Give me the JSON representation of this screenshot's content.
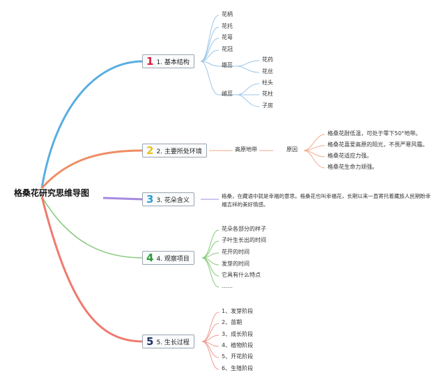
{
  "title": "格桑花研究思维导图",
  "colors": {
    "b1": "#d81e3a",
    "b2": "#e8c21c",
    "b3": "#2f9bd8",
    "b4": "#2e9a3a",
    "b5": "#1f2f6b"
  },
  "branches": [
    {
      "num": "1",
      "label": "1. 基本结构",
      "items": [
        "花柄",
        "花托",
        "花萼",
        "花冠"
      ],
      "stamen": {
        "label": "雄蕊",
        "items": [
          "花药",
          "花丝"
        ]
      },
      "pistil": {
        "label": "雌蕊",
        "items": [
          "柱头",
          "花柱",
          "子房"
        ]
      }
    },
    {
      "num": "2",
      "label": "2. 主要所处环境",
      "sub": "高原地带",
      "reason": "原因",
      "items": [
        "格桑花耐低温，可处于零下50°地带。",
        "格桑花喜爱高原的阳光，不畏严寒风霜。",
        "格桑花适应力强。",
        "格桑花生命力顽强。"
      ]
    },
    {
      "num": "3",
      "label": "3. 花朵含义",
      "text": "格桑，在藏语中就是幸福的意思。格桑花也叫幸福花，长期以来一直寄托着藏族人民期盼幸福吉祥的美好情感。"
    },
    {
      "num": "4",
      "label": "4. 观察项目",
      "items": [
        "花朵各部分的样子",
        "子叶生长出的时间",
        "花开的时间",
        "发芽的时间",
        "它具有什么特点",
        "……"
      ]
    },
    {
      "num": "5",
      "label": "5. 生长过程",
      "items": [
        "1、发芽阶段",
        "2、苗期",
        "3、成长阶段",
        "4、植物阶段",
        "5、开花阶段",
        "6、生殖阶段"
      ]
    }
  ]
}
